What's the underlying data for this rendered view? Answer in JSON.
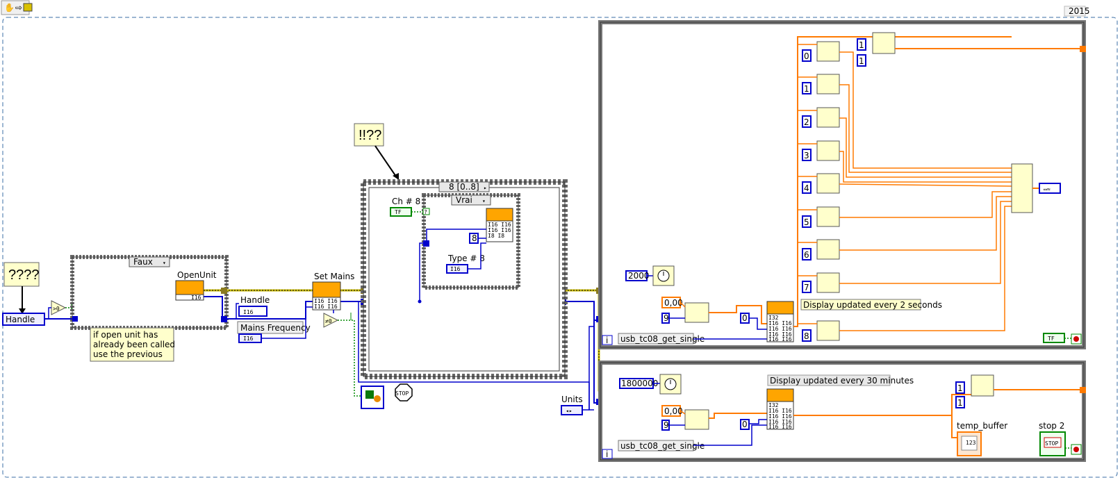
{
  "toolbar": {
    "year": "2015"
  },
  "comments": {
    "question_mark_four": "????",
    "exclaim_question": "!!??",
    "open_unit_note": [
      "if open unit has",
      "already been called",
      "use the previous"
    ],
    "display_2s": "Display updated every 2 seconds",
    "display_30m": "Display updated every 30 minutes"
  },
  "controls": {
    "handle_control": "Handle",
    "handle_indicator": "Handle",
    "mains_frequency": "Mains Frequency",
    "ch8": "Ch # 8",
    "type8": "Type # 8",
    "units": "Units",
    "temp_buffer": "temp_buffer",
    "stop2": "stop 2",
    "i16": "I16",
    "tf": "TF",
    "stop_glyph": "STOP"
  },
  "structures": {
    "case_faux": "Faux",
    "case_sequence": "8 [0..8]",
    "case_vrai": "Vrai",
    "iteration": "i"
  },
  "nodes": {
    "open_unit": "OpenUnit",
    "set_mains": "Set Mains",
    "usb_get_single_top": "usb_tc08_get_single",
    "usb_get_single_bottom": "usb_tc08_get_single"
  },
  "constants": {
    "const_8_inner": "8",
    "wait_2000": "2000",
    "wait_1800000": "1800000",
    "zero_float_top": "0,00",
    "zero_float_bottom": "0,00",
    "nine_top": "9",
    "nine_bottom": "9",
    "zero_int_top": "0",
    "zero_int_bottom": "0",
    "one_a": "1",
    "one_b": "1",
    "one_c": "1",
    "one_d": "1",
    "index_list": [
      "0",
      "1",
      "2",
      "3",
      "4",
      "5",
      "6",
      "7",
      "8"
    ]
  },
  "colors": {
    "wire_blue": "#0000cc",
    "wire_orange": "#ff7a00",
    "wire_green": "#008800",
    "frame_gray": "#888888",
    "node_orange": "#ffa500",
    "comment_bg": "#ffffcc"
  }
}
